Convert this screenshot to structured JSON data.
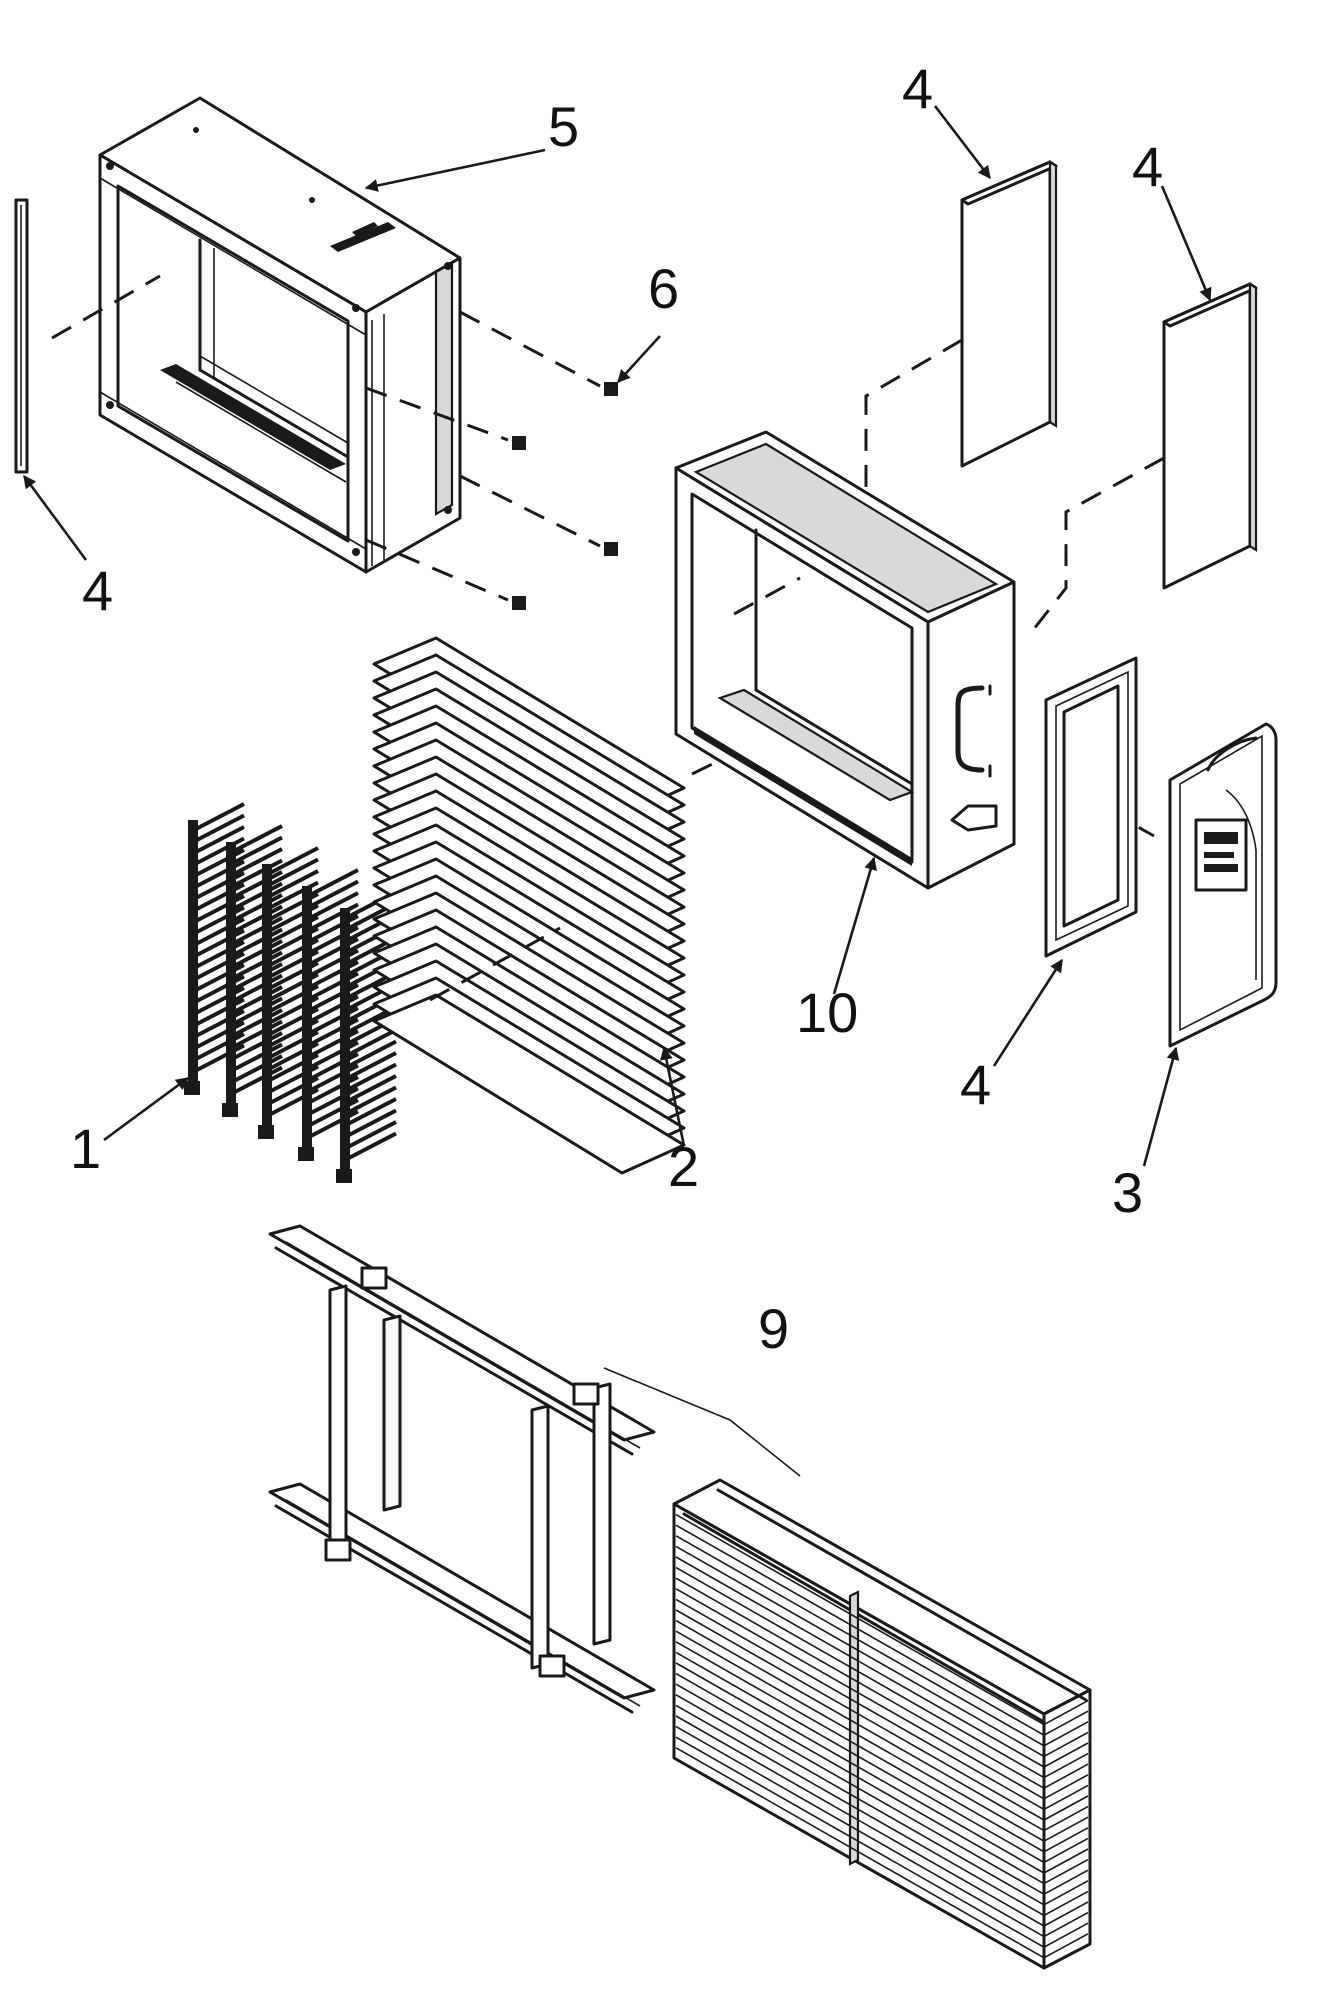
{
  "callouts": {
    "c1": "1",
    "c2": "2",
    "c3": "3",
    "c4_left": "4",
    "c4_top_a": "4",
    "c4_top_b": "4",
    "c4_gasket": "4",
    "c5": "5",
    "c6": "6",
    "c9": "9",
    "c10": "10"
  },
  "colors": {
    "ink": "#1a1a1a",
    "paper": "#ffffff",
    "shade": "#d9d9d9"
  }
}
